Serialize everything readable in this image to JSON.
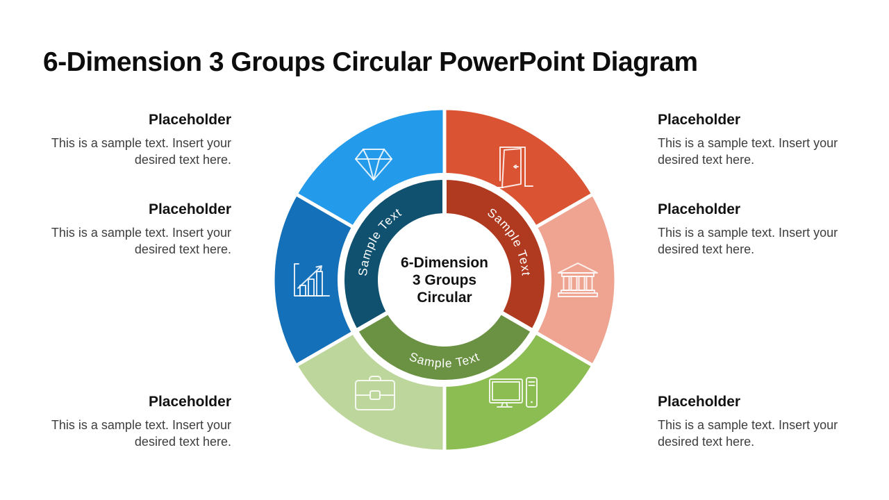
{
  "slide": {
    "title": "6-Dimension 3 Groups Circular PowerPoint Diagram"
  },
  "diagram": {
    "center": {
      "line1": "6-Dimension",
      "line2": "3 Groups",
      "line3": "Circular"
    },
    "outer_segments": [
      {
        "position": "top-left",
        "icon": "diamond-icon",
        "color": "#249BEA"
      },
      {
        "position": "top-right",
        "icon": "door-icon",
        "color": "#DA5433"
      },
      {
        "position": "mid-left",
        "icon": "bar-chart-icon",
        "color": "#1471B9"
      },
      {
        "position": "mid-right",
        "icon": "bank-icon",
        "color": "#EFA491"
      },
      {
        "position": "bottom-left",
        "icon": "briefcase-icon",
        "color": "#BDD69B"
      },
      {
        "position": "bottom-right",
        "icon": "computer-icon",
        "color": "#8BBD52"
      }
    ],
    "inner_segments": [
      {
        "position": "left",
        "label": "Sample Text",
        "color": "#0F516E"
      },
      {
        "position": "right",
        "label": "Sample Text",
        "color": "#B03A1F"
      },
      {
        "position": "bottom",
        "label": "Sample Text",
        "color": "#6B9143"
      }
    ]
  },
  "placeholders": {
    "left": [
      {
        "heading": "Placeholder",
        "body": "This is a sample text. Insert your desired text here."
      },
      {
        "heading": "Placeholder",
        "body": "This is a sample text. Insert your desired text here."
      },
      {
        "heading": "Placeholder",
        "body": "This is a sample text. Insert your desired text here."
      }
    ],
    "right": [
      {
        "heading": "Placeholder",
        "body": "This is a sample text. Insert your desired text here."
      },
      {
        "heading": "Placeholder",
        "body": "This is a sample text. Insert your desired text here."
      },
      {
        "heading": "Placeholder",
        "body": "This is a sample text. Insert your desired text here."
      }
    ]
  }
}
